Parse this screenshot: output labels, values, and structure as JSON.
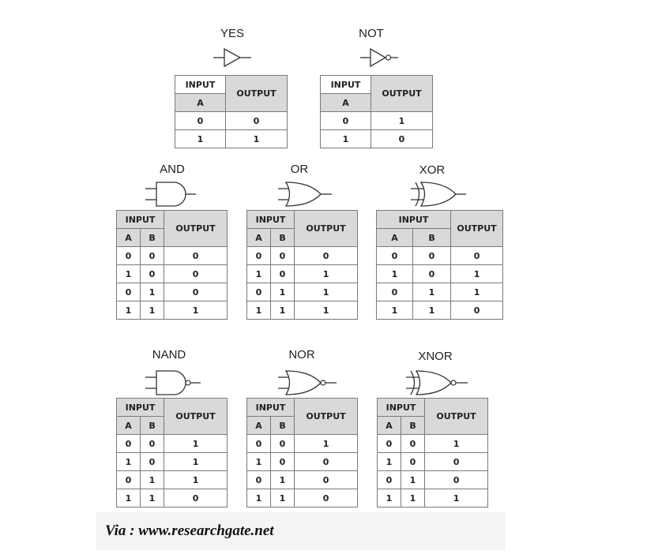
{
  "header_fragment": "",
  "gates": [
    {
      "id": "yes",
      "title": "YES",
      "inputs": [
        "A"
      ],
      "input_label": "INPUT",
      "output_label": "OUTPUT",
      "rows": [
        [
          "0",
          "0"
        ],
        [
          "1",
          "1"
        ]
      ]
    },
    {
      "id": "not",
      "title": "NOT",
      "inputs": [
        "A"
      ],
      "input_label": "INPUT",
      "output_label": "OUTPUT",
      "rows": [
        [
          "0",
          "1"
        ],
        [
          "1",
          "0"
        ]
      ]
    },
    {
      "id": "and",
      "title": "AND",
      "inputs": [
        "A",
        "B"
      ],
      "input_label": "INPUT",
      "output_label": "OUTPUT",
      "rows": [
        [
          "0",
          "0",
          "0"
        ],
        [
          "1",
          "0",
          "0"
        ],
        [
          "0",
          "1",
          "0"
        ],
        [
          "1",
          "1",
          "1"
        ]
      ]
    },
    {
      "id": "or",
      "title": "OR",
      "inputs": [
        "A",
        "B"
      ],
      "input_label": "INPUT",
      "output_label": "OUTPUT",
      "rows": [
        [
          "0",
          "0",
          "0"
        ],
        [
          "1",
          "0",
          "1"
        ],
        [
          "0",
          "1",
          "1"
        ],
        [
          "1",
          "1",
          "1"
        ]
      ]
    },
    {
      "id": "xor",
      "title": "XOR",
      "inputs": [
        "A",
        "B"
      ],
      "input_label": "INPUT",
      "output_label": "OUTPUT",
      "rows": [
        [
          "0",
          "0",
          "0"
        ],
        [
          "1",
          "0",
          "1"
        ],
        [
          "0",
          "1",
          "1"
        ],
        [
          "1",
          "1",
          "0"
        ]
      ]
    },
    {
      "id": "nand",
      "title": "NAND",
      "inputs": [
        "A",
        "B"
      ],
      "input_label": "INPUT",
      "output_label": "OUTPUT",
      "rows": [
        [
          "0",
          "0",
          "1"
        ],
        [
          "1",
          "0",
          "1"
        ],
        [
          "0",
          "1",
          "1"
        ],
        [
          "1",
          "1",
          "0"
        ]
      ]
    },
    {
      "id": "nor",
      "title": "NOR",
      "inputs": [
        "A",
        "B"
      ],
      "input_label": "INPUT",
      "output_label": "OUTPUT",
      "rows": [
        [
          "0",
          "0",
          "1"
        ],
        [
          "1",
          "0",
          "0"
        ],
        [
          "0",
          "1",
          "0"
        ],
        [
          "1",
          "1",
          "0"
        ]
      ]
    },
    {
      "id": "xnor",
      "title": "XNOR",
      "inputs": [
        "A",
        "B"
      ],
      "input_label": "INPUT",
      "output_label": "OUTPUT",
      "rows": [
        [
          "0",
          "0",
          "1"
        ],
        [
          "1",
          "0",
          "0"
        ],
        [
          "0",
          "1",
          "0"
        ],
        [
          "1",
          "1",
          "1"
        ]
      ]
    }
  ],
  "source_caption": "Via : www.researchgate.net",
  "colors": {
    "header_fill": "#d9d9d9",
    "grid": "#7a7a7a",
    "caption_bg": "#f4f4f4"
  }
}
